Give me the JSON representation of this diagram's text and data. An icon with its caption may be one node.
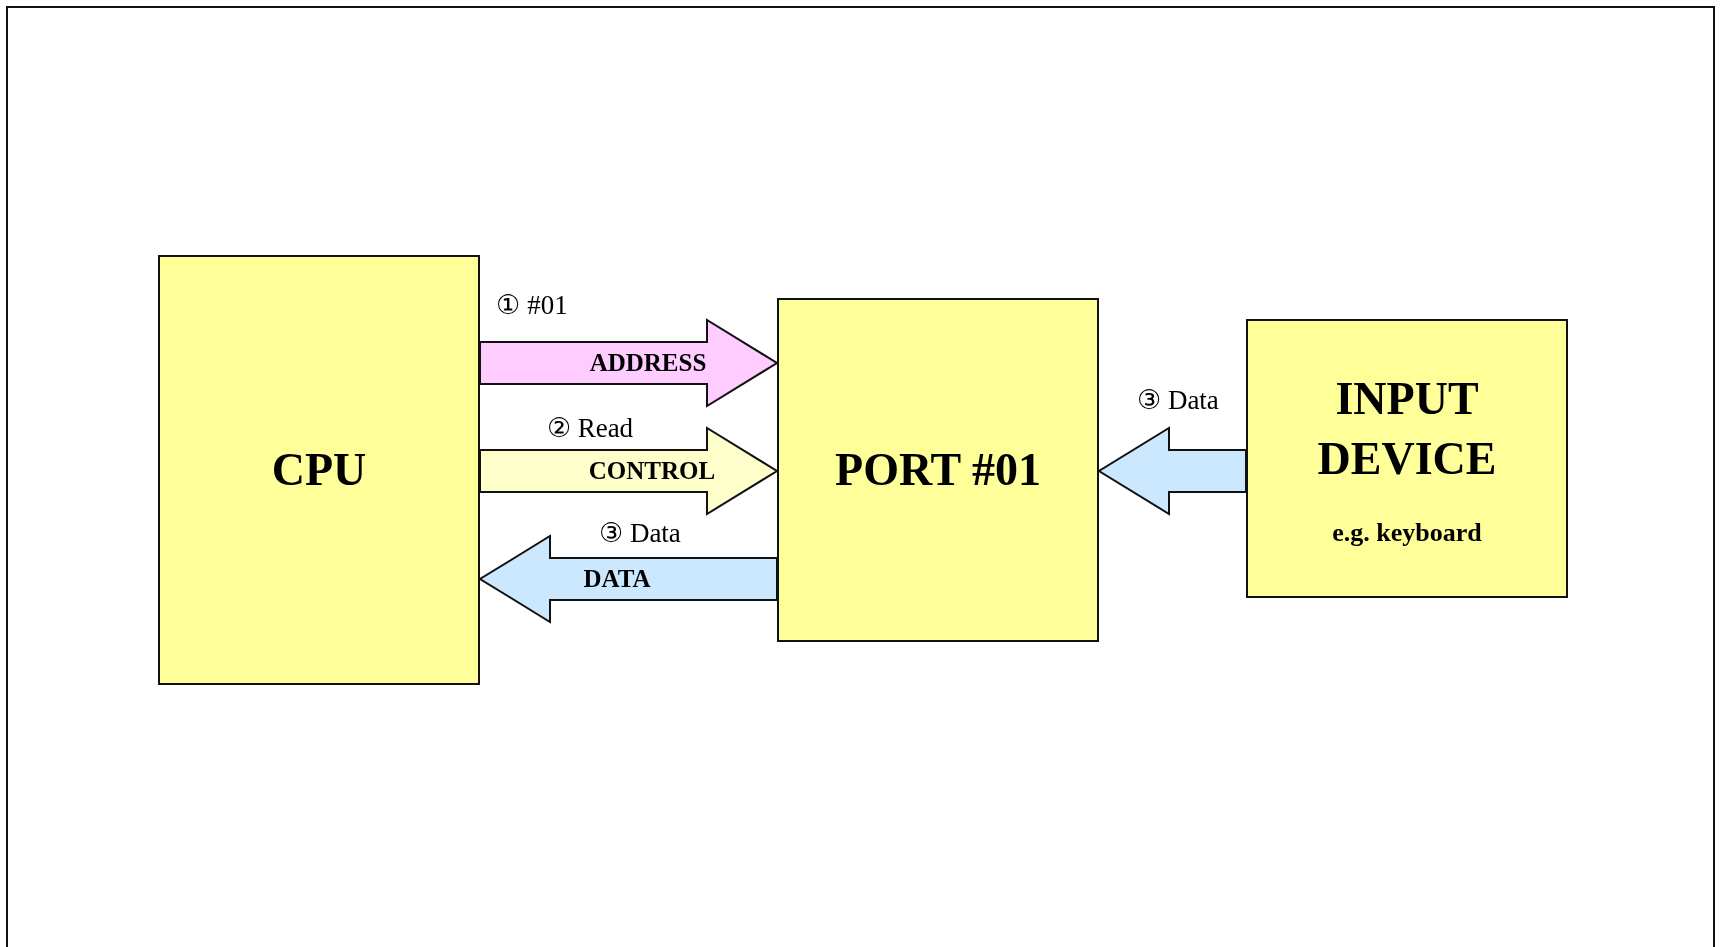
{
  "diagram": {
    "nodes": [
      {
        "text": [
          "CPU"
        ]
      },
      {
        "text": [
          "PORT #01"
        ]
      },
      {
        "text": [
          "INPUT DEVICE",
          "e.g. keyboard"
        ]
      }
    ],
    "edges": [
      {
        "from": 0,
        "to": 1,
        "arrow": "to",
        "label": "ADDRESS",
        "style": "thick",
        "color": "#ffccff"
      },
      {
        "from": 0,
        "to": 1,
        "arrow": "to",
        "label": "CONTROL",
        "style": "thick",
        "color": "#ffffcc"
      },
      {
        "from": 1,
        "to": 0,
        "arrow": "to",
        "label": "DATA",
        "style": "thick",
        "color": "#cce8ff"
      },
      {
        "from": 2,
        "to": 1,
        "arrow": "to",
        "style": "thick",
        "color": "#cce8ff"
      }
    ],
    "labels": [
      "① #01",
      "② Read",
      "③ Data",
      "③ Data"
    ]
  }
}
